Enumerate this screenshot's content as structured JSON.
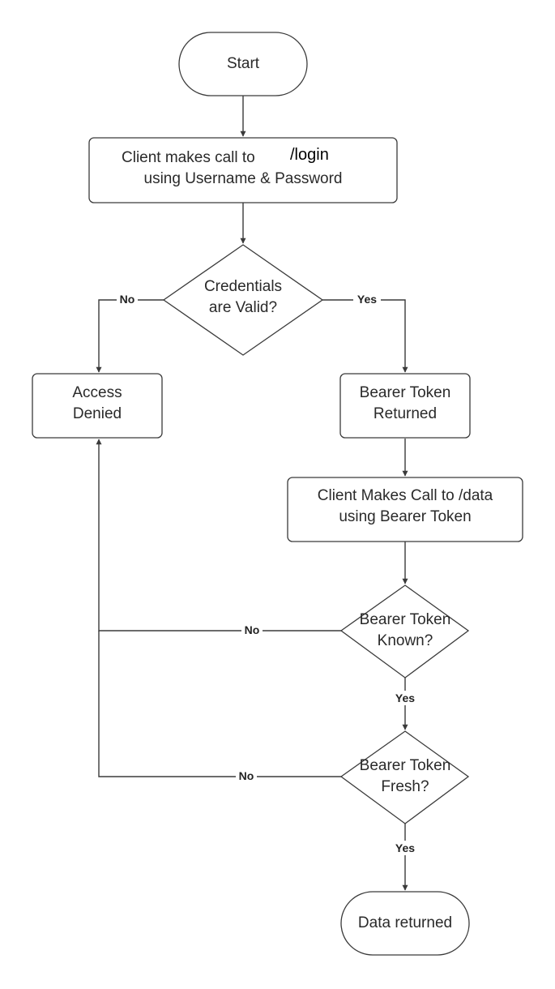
{
  "nodes": {
    "start": {
      "shape": "terminal",
      "lines": [
        "Start"
      ]
    },
    "login": {
      "shape": "process",
      "lines": [
        "Client makes call to",
        "using Username & Password"
      ],
      "inline_path": "/login"
    },
    "credentials_check": {
      "shape": "decision",
      "lines": [
        "Credentials",
        "are Valid?"
      ]
    },
    "access_denied": {
      "shape": "process",
      "lines": [
        "Access",
        "Denied"
      ]
    },
    "token_returned": {
      "shape": "process",
      "lines": [
        "Bearer Token",
        "Returned"
      ]
    },
    "data_call": {
      "shape": "process",
      "lines": [
        "Client Makes Call to /data",
        "using Bearer Token"
      ]
    },
    "token_known": {
      "shape": "decision",
      "lines": [
        "Bearer Token",
        "Known?"
      ]
    },
    "token_fresh": {
      "shape": "decision",
      "lines": [
        "Bearer Token",
        "Fresh?"
      ]
    },
    "data_returned": {
      "shape": "terminal",
      "lines": [
        "Data returned"
      ]
    }
  },
  "edges": [
    {
      "from": "start",
      "to": "login",
      "label": ""
    },
    {
      "from": "login",
      "to": "credentials_check",
      "label": ""
    },
    {
      "from": "credentials_check",
      "to": "access_denied",
      "label": "No"
    },
    {
      "from": "credentials_check",
      "to": "token_returned",
      "label": "Yes"
    },
    {
      "from": "token_returned",
      "to": "data_call",
      "label": ""
    },
    {
      "from": "data_call",
      "to": "token_known",
      "label": ""
    },
    {
      "from": "token_known",
      "to": "access_denied",
      "label": "No"
    },
    {
      "from": "token_known",
      "to": "token_fresh",
      "label": "Yes"
    },
    {
      "from": "token_fresh",
      "to": "access_denied",
      "label": "No"
    },
    {
      "from": "token_fresh",
      "to": "data_returned",
      "label": "Yes"
    }
  ]
}
